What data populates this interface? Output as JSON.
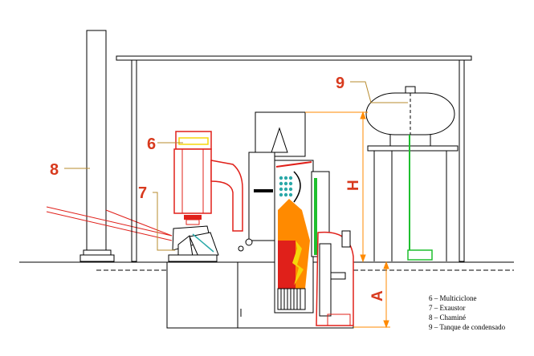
{
  "labels": {
    "num_6": "6",
    "num_7": "7",
    "num_8": "8",
    "num_9": "9",
    "dim_h": "H",
    "dim_a": "A"
  },
  "legend": [
    "6 – Multiciclone",
    "7 – Exaustor",
    "8 – Chaminé",
    "9 – Tanque de condensado"
  ],
  "colors": {
    "outline": "#000000",
    "red": "#e0201a",
    "orange": "#ff8a00",
    "leader": "#b78b2e",
    "green": "#1fbf2e",
    "teal": "#2aa8a8",
    "yellow": "#f5d60a",
    "label": "#d83a1e"
  }
}
